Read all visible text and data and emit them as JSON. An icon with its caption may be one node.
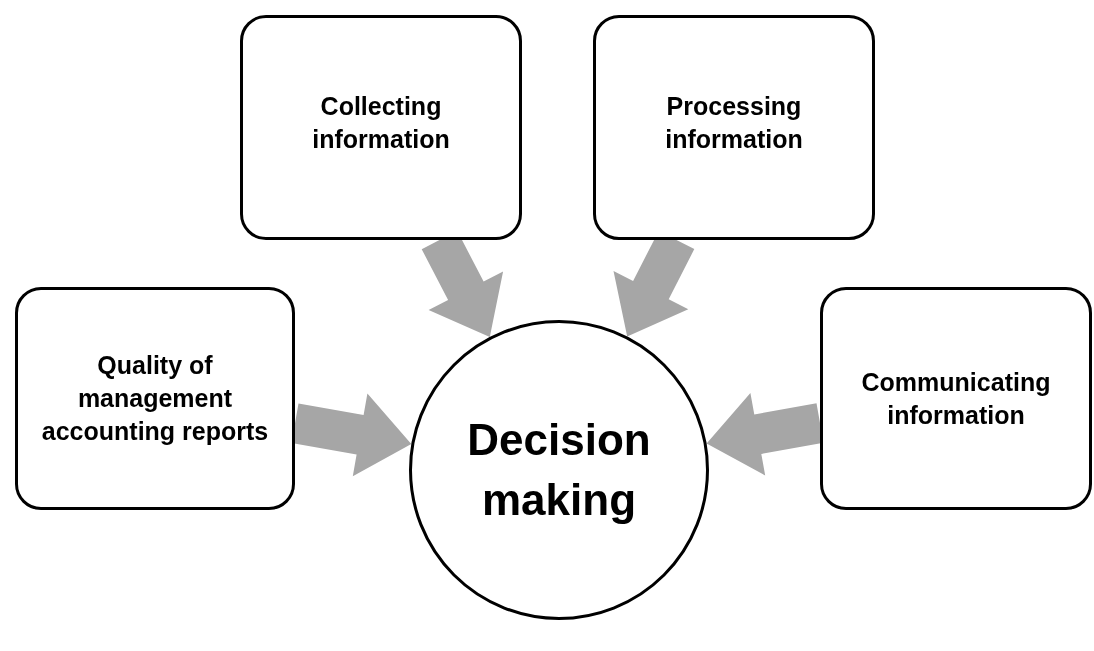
{
  "diagram": {
    "nodes": [
      {
        "text": [
          "Collecting information"
        ]
      },
      {
        "text": [
          "Processing information"
        ]
      },
      {
        "text": [
          "Quality of management accounting reports"
        ]
      },
      {
        "text": [
          "Decision making"
        ]
      },
      {
        "text": [
          "Communicating information"
        ]
      }
    ],
    "edges": [
      {
        "from": 0,
        "to": 3,
        "arrow": "to"
      },
      {
        "from": 1,
        "to": 3,
        "arrow": "to"
      },
      {
        "from": 2,
        "to": 3,
        "arrow": "to"
      },
      {
        "from": 4,
        "to": 3,
        "arrow": "to"
      }
    ]
  }
}
